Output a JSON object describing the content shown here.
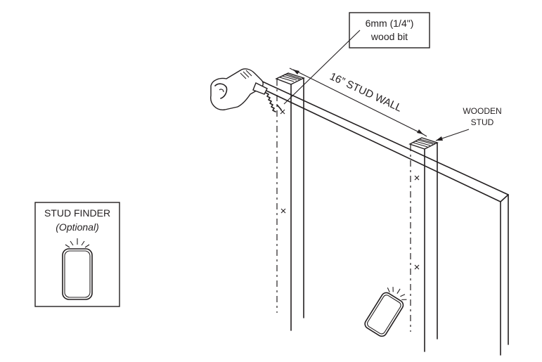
{
  "callouts": {
    "bit_line1": "6mm (1/4\")",
    "bit_line2": "wood bit",
    "stud_line1": "WOODEN",
    "stud_line2": "STUD",
    "wall_dimension": "16” STUD WALL"
  },
  "stud_finder_panel": {
    "title": "STUD FINDER",
    "subtitle": "(Optional)"
  },
  "icons": [
    "drill-icon",
    "stud-finder-icon",
    "stud-finder-tilted-icon",
    "drill-mark-icon"
  ],
  "colors": {
    "ink": "#231f20",
    "background": "#ffffff"
  }
}
